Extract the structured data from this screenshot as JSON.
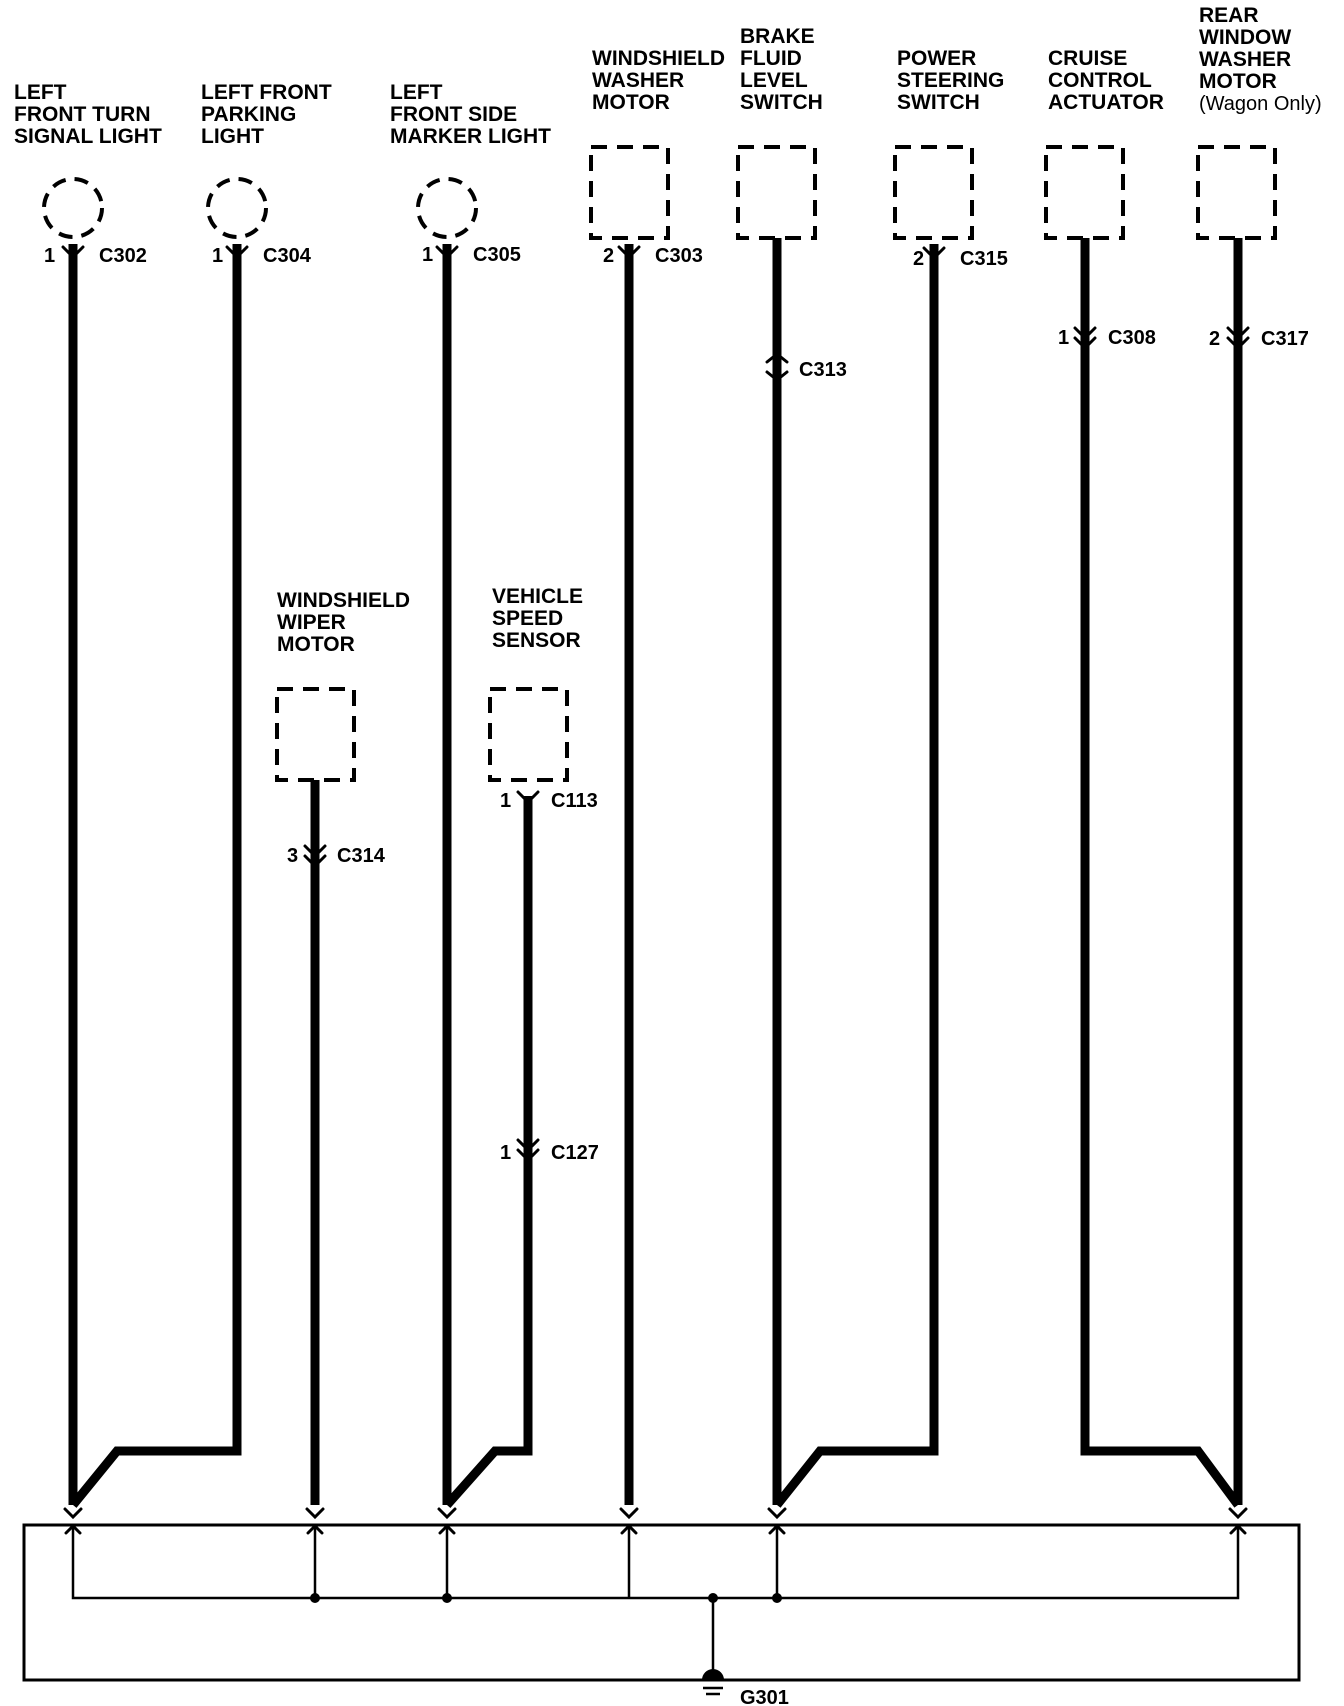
{
  "components": {
    "lf_turn": {
      "lines": [
        "LEFT",
        "FRONT TURN",
        "SIGNAL LIGHT"
      ],
      "pin": "1",
      "connector": "C302"
    },
    "lf_parking": {
      "lines": [
        "LEFT FRONT",
        "PARKING",
        "LIGHT"
      ],
      "pin": "1",
      "connector": "C304"
    },
    "lf_side_marker": {
      "lines": [
        "LEFT",
        "FRONT SIDE",
        "MARKER LIGHT"
      ],
      "pin": "1",
      "connector": "C305"
    },
    "ws_washer": {
      "lines": [
        "WINDSHIELD",
        "WASHER",
        "MOTOR"
      ],
      "pin": "2",
      "connector": "C303"
    },
    "brake_fluid": {
      "lines": [
        "BRAKE",
        "FLUID",
        "LEVEL",
        "SWITCH"
      ],
      "inline_connector": "C313"
    },
    "power_steering": {
      "lines": [
        "POWER",
        "STEERING",
        "SWITCH"
      ],
      "pin": "2",
      "connector": "C315"
    },
    "cruise": {
      "lines": [
        "CRUISE",
        "CONTROL",
        "ACTUATOR"
      ],
      "inline_pin": "1",
      "inline_connector": "C308"
    },
    "rear_washer": {
      "lines": [
        "REAR",
        "WINDOW",
        "WASHER",
        "MOTOR"
      ],
      "note": "(Wagon Only)",
      "inline_pin": "2",
      "inline_connector": "C317"
    },
    "wiper": {
      "lines": [
        "WINDSHIELD",
        "WIPER",
        "MOTOR"
      ],
      "inline_pin": "3",
      "inline_connector": "C314"
    },
    "vss": {
      "lines": [
        "VEHICLE",
        "SPEED",
        "SENSOR"
      ],
      "pin": "1",
      "connector": "C113",
      "inline_pin": "1",
      "inline_connector": "C127"
    }
  },
  "ground": {
    "label": "G301"
  }
}
